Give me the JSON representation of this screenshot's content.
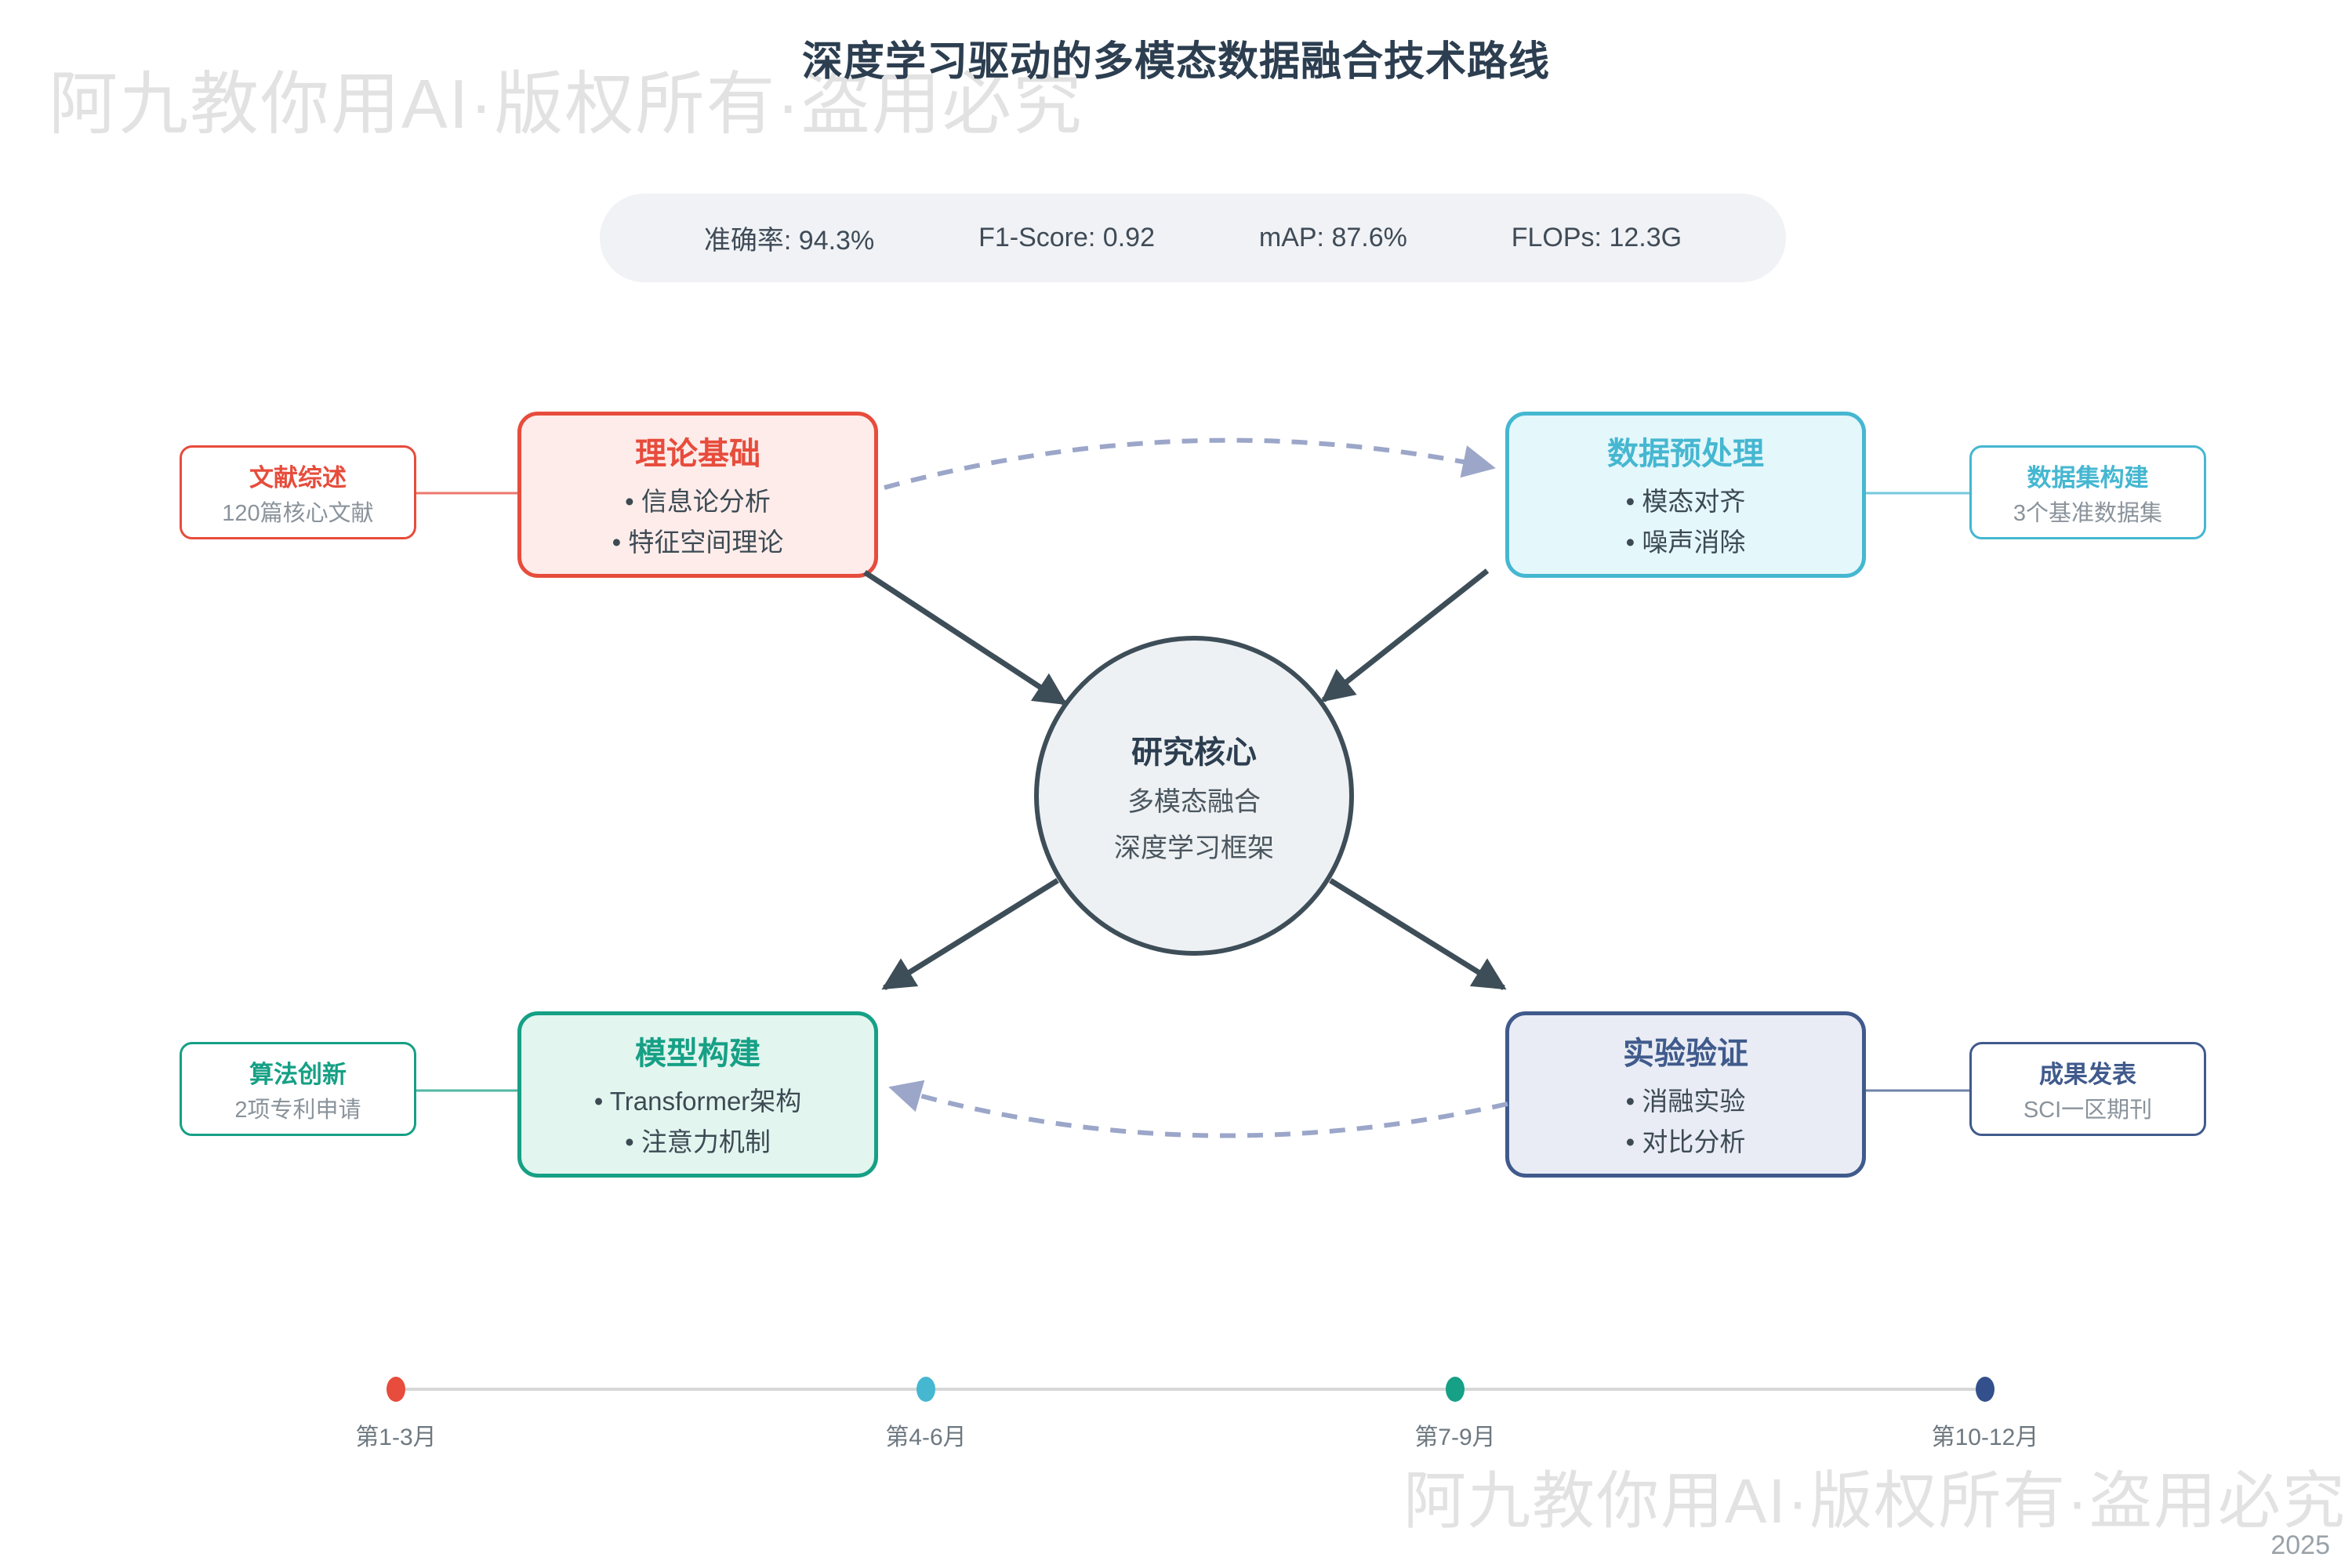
{
  "page": {
    "title": "深度学习驱动的多模态数据融合技术路线",
    "watermark_top": "阿九教你用AI·版权所有·盗用必究",
    "watermark_bottom": "阿九教你用AI·版权所有·盗用必究",
    "year": "2025"
  },
  "metrics": [
    "准确率: 94.3%",
    "F1-Score: 0.92",
    "mAP: 87.6%",
    "FLOPs: 12.3G"
  ],
  "center_node": {
    "title": "研究核心",
    "subtitle1": "多模态融合",
    "subtitle2": "深度学习框架"
  },
  "main_nodes": [
    {
      "id": "theory",
      "title": "理论基础",
      "bullet1": "• 信息论分析",
      "bullet2": "• 特征空间理论",
      "accent": "#e74c3c",
      "bg": "#fdecea"
    },
    {
      "id": "preprocess",
      "title": "数据预处理",
      "bullet1": "• 模态对齐",
      "bullet2": "• 噪声消除",
      "accent": "#45b7d1",
      "bg": "#e4f7fb"
    },
    {
      "id": "model",
      "title": "模型构建",
      "bullet1": "• Transformer架构",
      "bullet2": "• 注意力机制",
      "accent": "#16a085",
      "bg": "#e2f5ef"
    },
    {
      "id": "experiment",
      "title": "实验验证",
      "bullet1": "• 消融实验",
      "bullet2": "• 对比分析",
      "accent": "#405a8c",
      "bg": "#e9ecf4"
    }
  ],
  "side_nodes": [
    {
      "id": "literature",
      "title": "文献综述",
      "subtitle": "120篇核心文献",
      "accent": "#e74c3c"
    },
    {
      "id": "dataset",
      "title": "数据集构建",
      "subtitle": "3个基准数据集",
      "accent": "#45b7d1"
    },
    {
      "id": "algorithm",
      "title": "算法创新",
      "subtitle": "2项专利申请",
      "accent": "#16a085"
    },
    {
      "id": "publication",
      "title": "成果发表",
      "subtitle": "SCI一区期刊",
      "accent": "#405a8c"
    }
  ],
  "timeline": [
    {
      "label": "第1-3月",
      "color": "#e74c3c"
    },
    {
      "label": "第4-6月",
      "color": "#45b7d1"
    },
    {
      "label": "第7-9月",
      "color": "#16a085"
    },
    {
      "label": "第10-12月",
      "color": "#34508c"
    }
  ],
  "style_colors": {
    "title_text": "#2c3e50",
    "body_text": "#3d4a53",
    "subtitle_gray": "#8a939b",
    "arrow_dark": "#3e4e58",
    "arrow_dashed": "#9ba6c9",
    "metrics_bg": "#f0f2f5",
    "timeline_line": "#d7d7d7",
    "watermark_gray": "#e2e2e2"
  }
}
